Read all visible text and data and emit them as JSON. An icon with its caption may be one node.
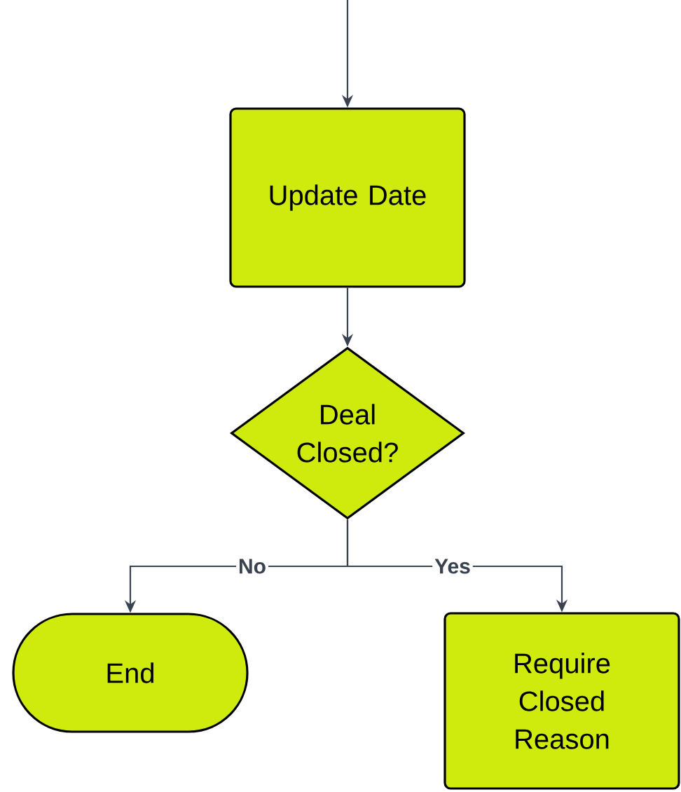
{
  "diagram": {
    "nodes": [
      {
        "text": [
          "Update Date"
        ]
      },
      {
        "text": [
          "Deal Closed?"
        ]
      },
      {
        "text": [
          "End"
        ]
      },
      {
        "text": [
          "Require Closed Reason"
        ]
      }
    ],
    "edges": [
      {
        "from": null,
        "to": 0,
        "arrow": "to"
      },
      {
        "from": 0,
        "to": 1,
        "arrow": "to"
      },
      {
        "from": 1,
        "to": 2,
        "arrow": "to",
        "label": "No"
      },
      {
        "from": 1,
        "to": 3,
        "arrow": "to",
        "label": "Yes"
      }
    ]
  }
}
